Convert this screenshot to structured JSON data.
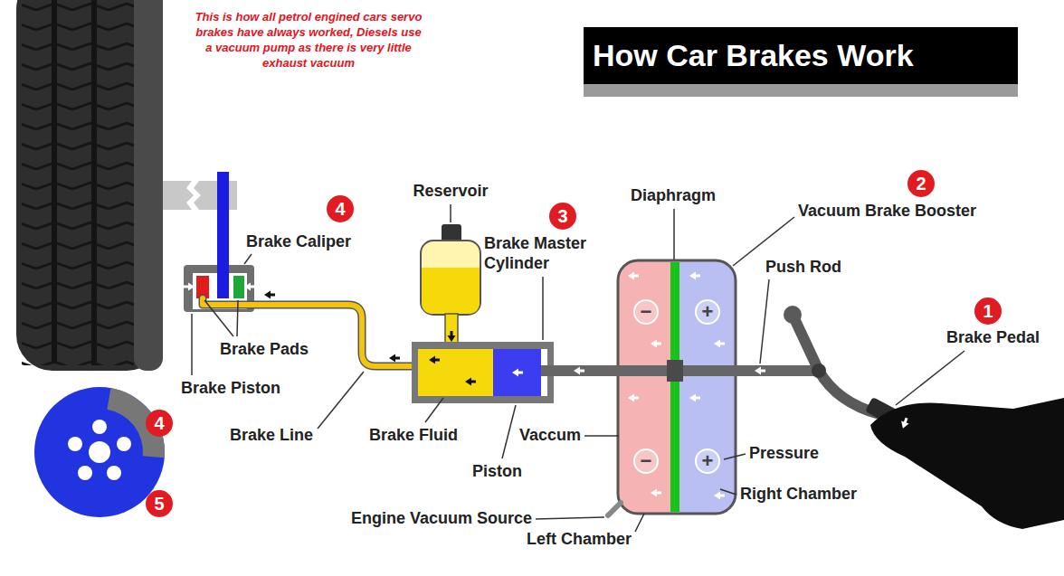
{
  "diagram": {
    "title": "How Car Brakes Work",
    "nodes": [
      {
        "text": [
          "4"
        ]
      },
      {
        "text": [
          "3"
        ]
      },
      {
        "text": [
          "2"
        ]
      },
      {
        "text": [
          "1"
        ]
      },
      {
        "text": [
          "−"
        ]
      },
      {
        "text": [
          "+"
        ]
      },
      {
        "text": [
          "−"
        ]
      },
      {
        "text": [
          "+"
        ]
      },
      {
        "text": [
          "4"
        ]
      },
      {
        "text": [
          "5"
        ]
      }
    ],
    "labels": [
      "This is how all petrol engined cars servo brakes have always worked, Diesels use a vacuum pump as there is very little exhaust vacuum",
      "Reservoir",
      "Brake Master Cylinder",
      "Diaphragm",
      "Vacuum Brake Booster",
      "Brake Caliper",
      "Push Rod",
      "Brake Pedal",
      "Brake Pads",
      "Brake Piston",
      "Brake Line",
      "Brake Fluid",
      "Vaccum",
      "Pressure",
      "Piston",
      "Right Chamber",
      "Engine Vacuum Source",
      "Left Chamber"
    ]
  }
}
